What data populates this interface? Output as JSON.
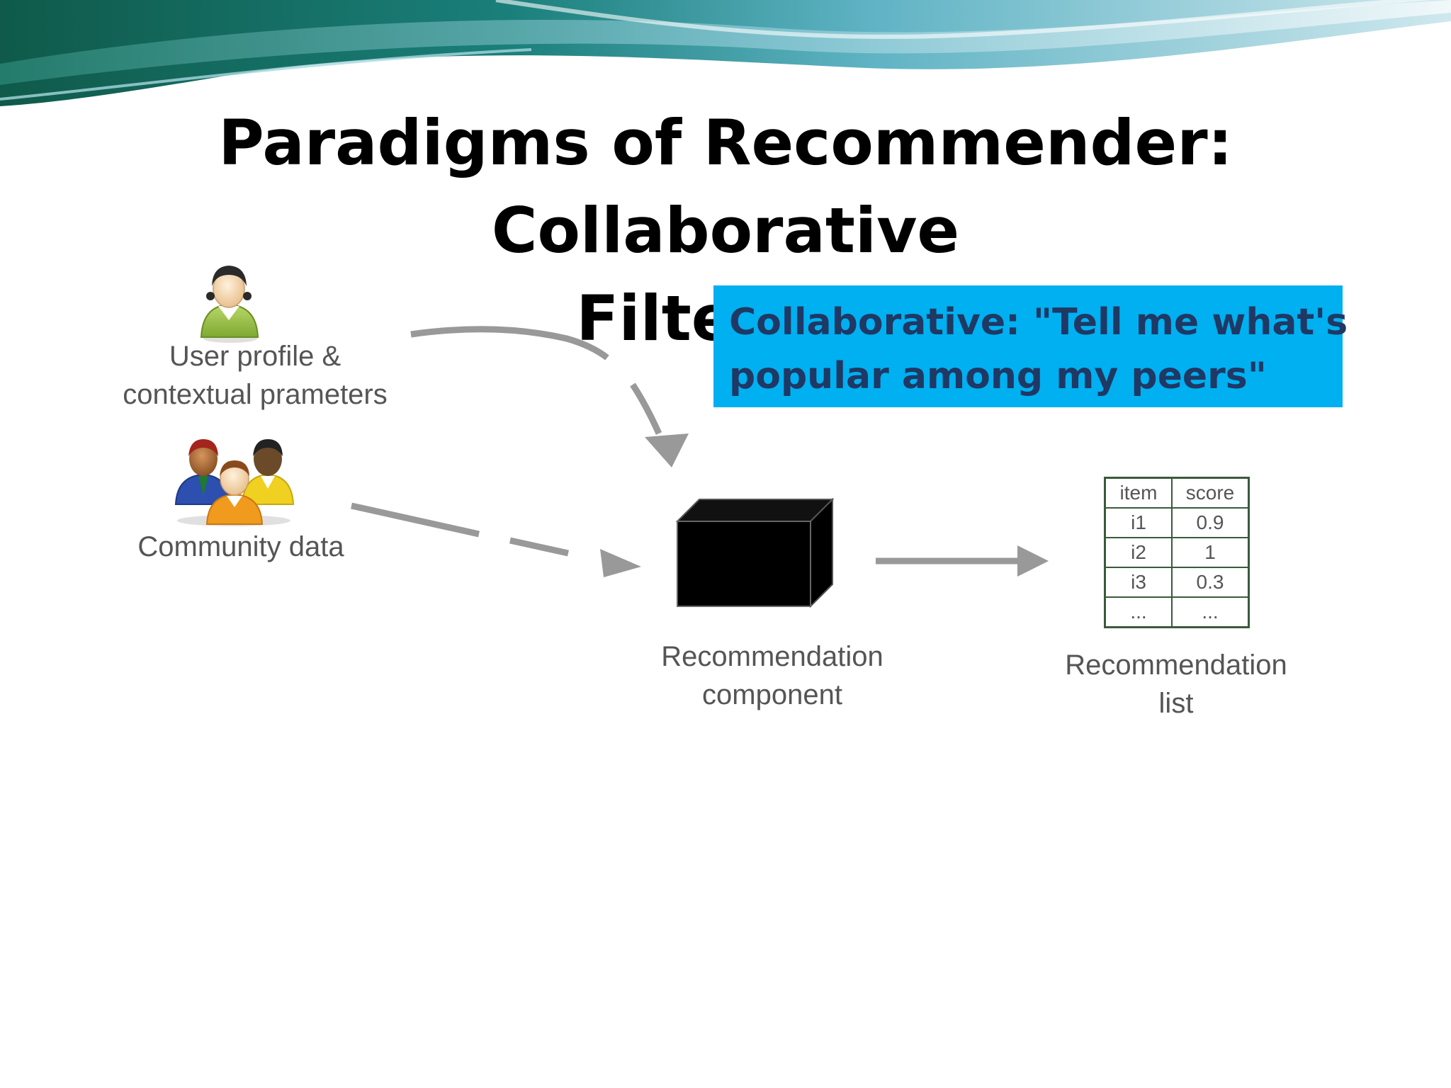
{
  "title": {
    "line1": "Paradigms of Recommender: Collaborative",
    "line2": "Filtering"
  },
  "callout": {
    "line1": "Collaborative: \"Tell me what's",
    "line2": "popular among my peers\"",
    "background": "#00b0f0",
    "text_color": "#1f3864"
  },
  "diagram": {
    "user_profile": {
      "line1": "User profile &",
      "line2": "contextual prameters"
    },
    "community": {
      "label": "Community data"
    },
    "component": {
      "line1": "Recommendation",
      "line2": "component"
    },
    "list": {
      "line1": "Recommendation",
      "line2": "list"
    },
    "table": {
      "headers": [
        "item",
        "score"
      ],
      "rows": [
        [
          "i1",
          "0.9"
        ],
        [
          "i2",
          "1"
        ],
        [
          "i3",
          "0.3"
        ],
        [
          "...",
          "..."
        ]
      ]
    }
  }
}
